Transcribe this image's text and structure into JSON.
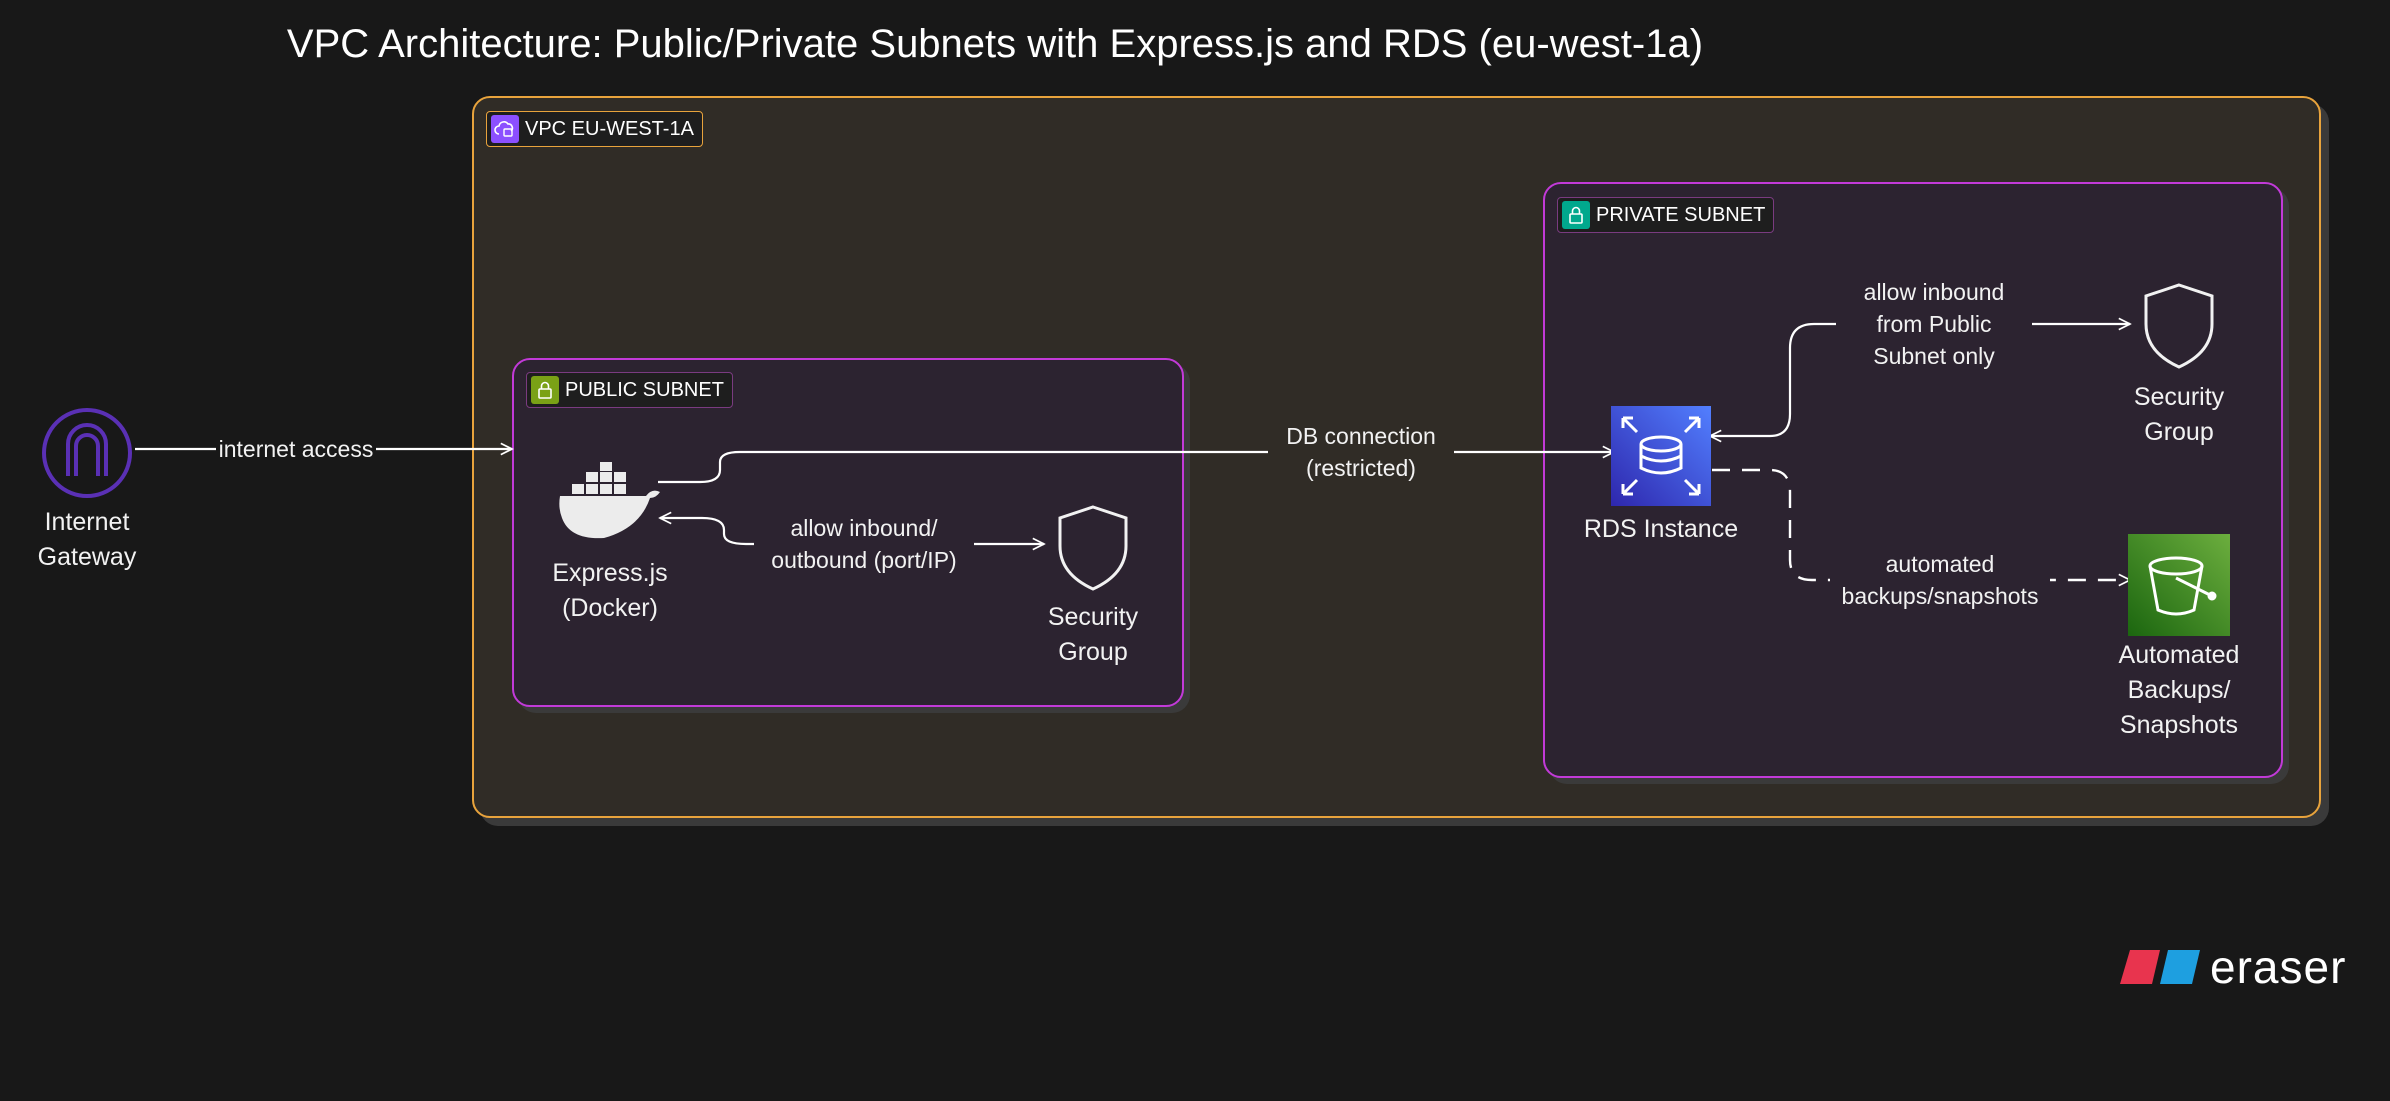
{
  "title": "VPC Architecture: Public/Private Subnets with Express.js and RDS (eu-west-1a)",
  "groups": {
    "vpc": {
      "label": "VPC EU-WEST-1A",
      "icon": "vpc-cloud-icon",
      "color": "#e8a33c"
    },
    "public_subnet": {
      "label": "PUBLIC SUBNET",
      "icon": "lock-icon",
      "color": "#c23ad8",
      "badge_color": "#7aa116"
    },
    "private_subnet": {
      "label": "PRIVATE SUBNET",
      "icon": "lock-icon",
      "color": "#c23ad8",
      "badge_color": "#01a88d"
    }
  },
  "nodes": {
    "internet_gateway": {
      "line1": "Internet",
      "line2": "Gateway",
      "icon": "internet-gateway-icon",
      "color": "#5a30b5"
    },
    "express": {
      "line1": "Express.js",
      "line2": "(Docker)",
      "icon": "docker-whale-icon"
    },
    "sg_public": {
      "line1": "Security",
      "line2": "Group",
      "icon": "shield-icon"
    },
    "rds": {
      "line1": "RDS Instance",
      "icon": "rds-database-icon",
      "color": "#3b48cc"
    },
    "sg_private": {
      "line1": "Security",
      "line2": "Group",
      "icon": "shield-icon"
    },
    "backups": {
      "line1": "Automated",
      "line2": "Backups/",
      "line3": "Snapshots",
      "icon": "s3-bucket-icon",
      "color": "#3f8624"
    }
  },
  "edges": {
    "internet": {
      "label": "internet access"
    },
    "sg_pub": {
      "line1": "allow inbound/",
      "line2": "outbound (port/IP)"
    },
    "db": {
      "line1": "DB connection",
      "line2": "(restricted)"
    },
    "sg_priv": {
      "line1": "allow inbound",
      "line2": "from Public",
      "line3": "Subnet only"
    },
    "backup": {
      "line1": "automated",
      "line2": "backups/snapshots"
    }
  },
  "brand": {
    "name": "eraser",
    "colors": [
      "#e8344e",
      "#1e9fe0"
    ]
  }
}
